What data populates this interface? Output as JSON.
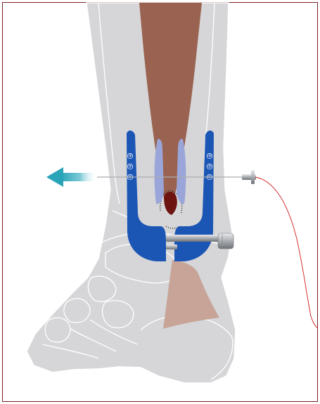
{
  "colors": {
    "frame": "#7a1f1f",
    "bone_fill": "#d6d6d8",
    "bone_outline": "#ffffff",
    "achilles_tendon": "#9a6351",
    "heel_pad": "#c7a497",
    "defect": "#6e1410",
    "instrument_blue": "#1c56b5",
    "needle_guide": "#9aa6d9",
    "arrow": "#2aa4b8",
    "suture": "#d01a1a",
    "metal": "#b9bcc0"
  },
  "instrument": {
    "left_arm_markers": [
      "③",
      "②",
      "①"
    ],
    "right_arm_markers": [
      "③",
      "②",
      "①"
    ]
  },
  "arrow_direction": "left",
  "icons": [
    "pull-arrow-icon",
    "needle-icon",
    "screw-icon"
  ]
}
